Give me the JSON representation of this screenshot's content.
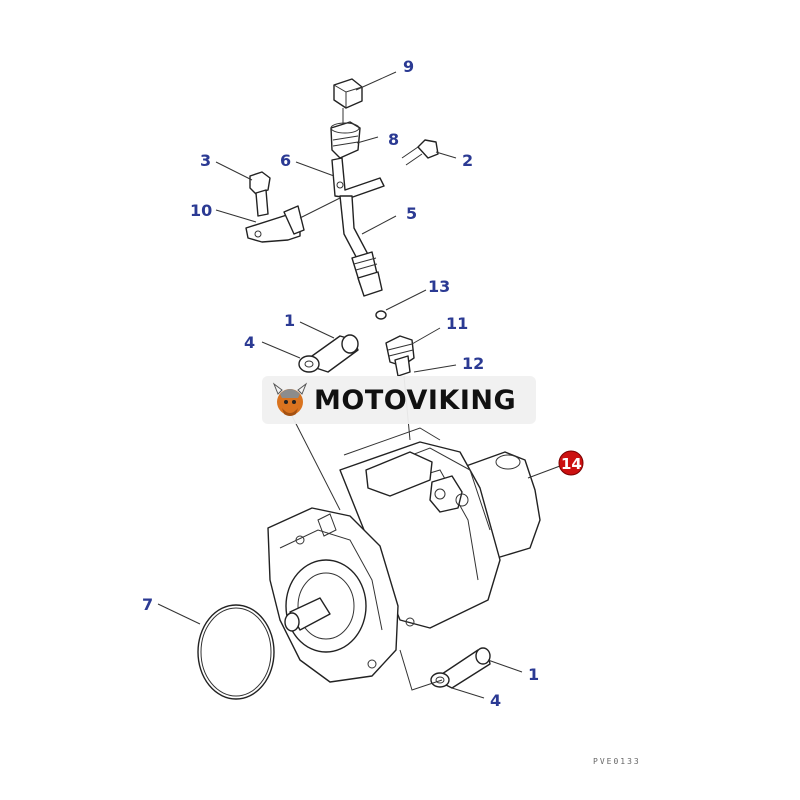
{
  "diagram": {
    "callouts": {
      "c9": "9",
      "c8": "8",
      "c3": "3",
      "c6": "6",
      "c2": "2",
      "c10": "10",
      "c5": "5",
      "c13": "13",
      "c1_top": "1",
      "c11": "11",
      "c4_top": "4",
      "c12": "12",
      "c14": "14",
      "c7": "7",
      "c1_bottom": "1",
      "c4_bottom": "4"
    },
    "figure_code": "PVE0133",
    "watermark": {
      "brand": "MOTOVIKING"
    },
    "colors": {
      "callout": "#2b3a93",
      "highlight_badge": "#cc1111",
      "line": "#222222"
    }
  }
}
